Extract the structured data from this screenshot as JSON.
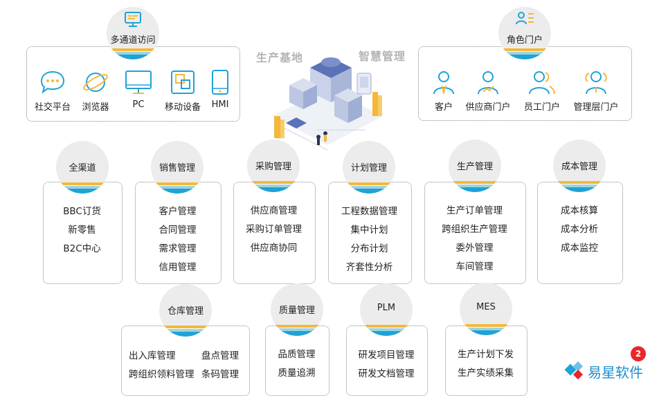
{
  "headings": {
    "left": "生产基地",
    "right": "智慧管理"
  },
  "top_left": {
    "title": "多通道访问",
    "items": [
      {
        "label": "社交平台",
        "icon": "chat-bubble-icon"
      },
      {
        "label": "浏览器",
        "icon": "browser-planet-icon"
      },
      {
        "label": "PC",
        "icon": "monitor-icon"
      },
      {
        "label": "移动设备",
        "icon": "mobile-device-icon"
      },
      {
        "label": "HMI",
        "icon": "hmi-phone-icon"
      }
    ]
  },
  "top_right": {
    "title": "角色门户",
    "items": [
      {
        "label": "客户",
        "icon": "customer-icon"
      },
      {
        "label": "供应商门户",
        "icon": "supplier-icon"
      },
      {
        "label": "员工门户",
        "icon": "employee-icon"
      },
      {
        "label": "管理层门户",
        "icon": "management-icon"
      }
    ]
  },
  "modules_row1": [
    {
      "title": "全渠道",
      "items": [
        "BBC订货",
        "新零售",
        "B2C中心"
      ]
    },
    {
      "title": "销售管理",
      "items": [
        "客户管理",
        "合同管理",
        "需求管理",
        "信用管理"
      ]
    },
    {
      "title": "采购管理",
      "items": [
        "供应商管理",
        "采购订单管理",
        "供应商协同"
      ]
    },
    {
      "title": "计划管理",
      "items": [
        "工程数据管理",
        "集中计划",
        "分布计划",
        "齐套性分析"
      ]
    },
    {
      "title": "生产管理",
      "items": [
        "生产订单管理",
        "跨组织生产管理",
        "委外管理",
        "车间管理"
      ]
    },
    {
      "title": "成本管理",
      "items": [
        "成本核算",
        "成本分析",
        "成本监控"
      ]
    }
  ],
  "modules_row2": [
    {
      "title": "仓库管理",
      "items": [
        "出入库管理",
        "跨组织领料管理",
        "盘点管理",
        "条码管理"
      ]
    },
    {
      "title": "质量管理",
      "items": [
        "品质管理",
        "质量追溯"
      ]
    },
    {
      "title": "PLM",
      "items": [
        "研发项目管理",
        "研发文档管理"
      ]
    },
    {
      "title": "MES",
      "items": [
        "生产计划下发",
        "生产实绩采集"
      ]
    }
  ],
  "brand": {
    "name": "易星软件",
    "badge": "2"
  },
  "colors": {
    "accent": "#1ea2d8",
    "orange": "#f4b73c",
    "teal": "#9fd4d8",
    "brand_red": "#e8262b"
  }
}
